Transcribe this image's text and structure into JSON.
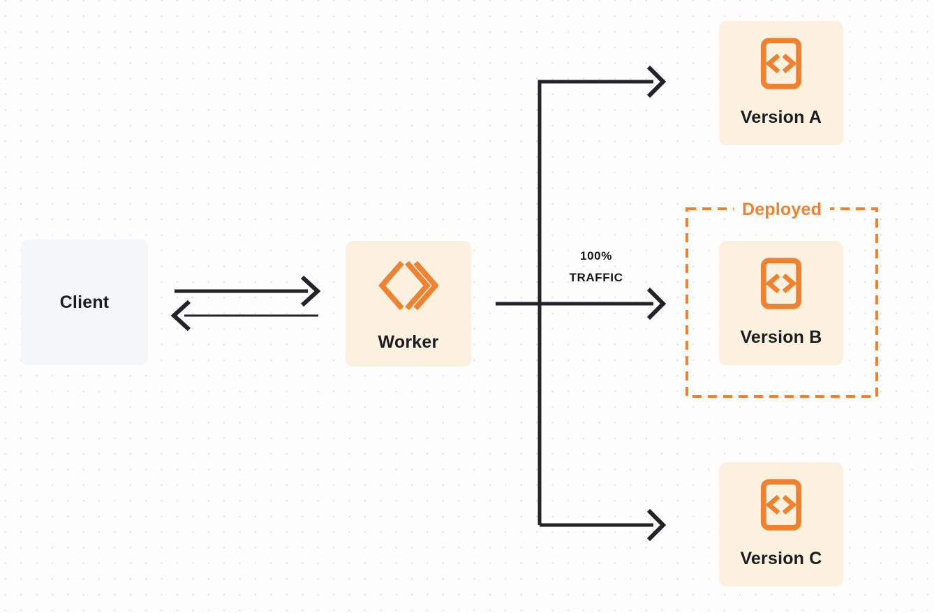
{
  "colors": {
    "background": "#fdfdfd",
    "dot_grid": "#e4e4e7",
    "node_cream": "#fcf0df",
    "node_gray": "#f5f6f7",
    "accent_orange": "#ef8230",
    "text_dark": "#1d1d1f",
    "arrow_dark": "#232327"
  },
  "nodes": {
    "client": {
      "label": "Client"
    },
    "worker": {
      "label": "Worker",
      "icon": "cloudflare-workers-logo-icon"
    },
    "version_a": {
      "label": "Version A",
      "icon": "code-file-icon"
    },
    "version_b": {
      "label": "Version B",
      "icon": "code-file-icon"
    },
    "version_c": {
      "label": "Version C",
      "icon": "code-file-icon"
    }
  },
  "annotations": {
    "deployed_label": "Deployed",
    "traffic_percent": "100%",
    "traffic_word": "TRAFFIC"
  },
  "edges": [
    {
      "from": "client",
      "to": "worker",
      "direction": "right"
    },
    {
      "from": "worker",
      "to": "client",
      "direction": "left"
    },
    {
      "from": "worker",
      "to": "version_a"
    },
    {
      "from": "worker",
      "to": "version_b",
      "label": "100% TRAFFIC"
    },
    {
      "from": "worker",
      "to": "version_c"
    }
  ]
}
